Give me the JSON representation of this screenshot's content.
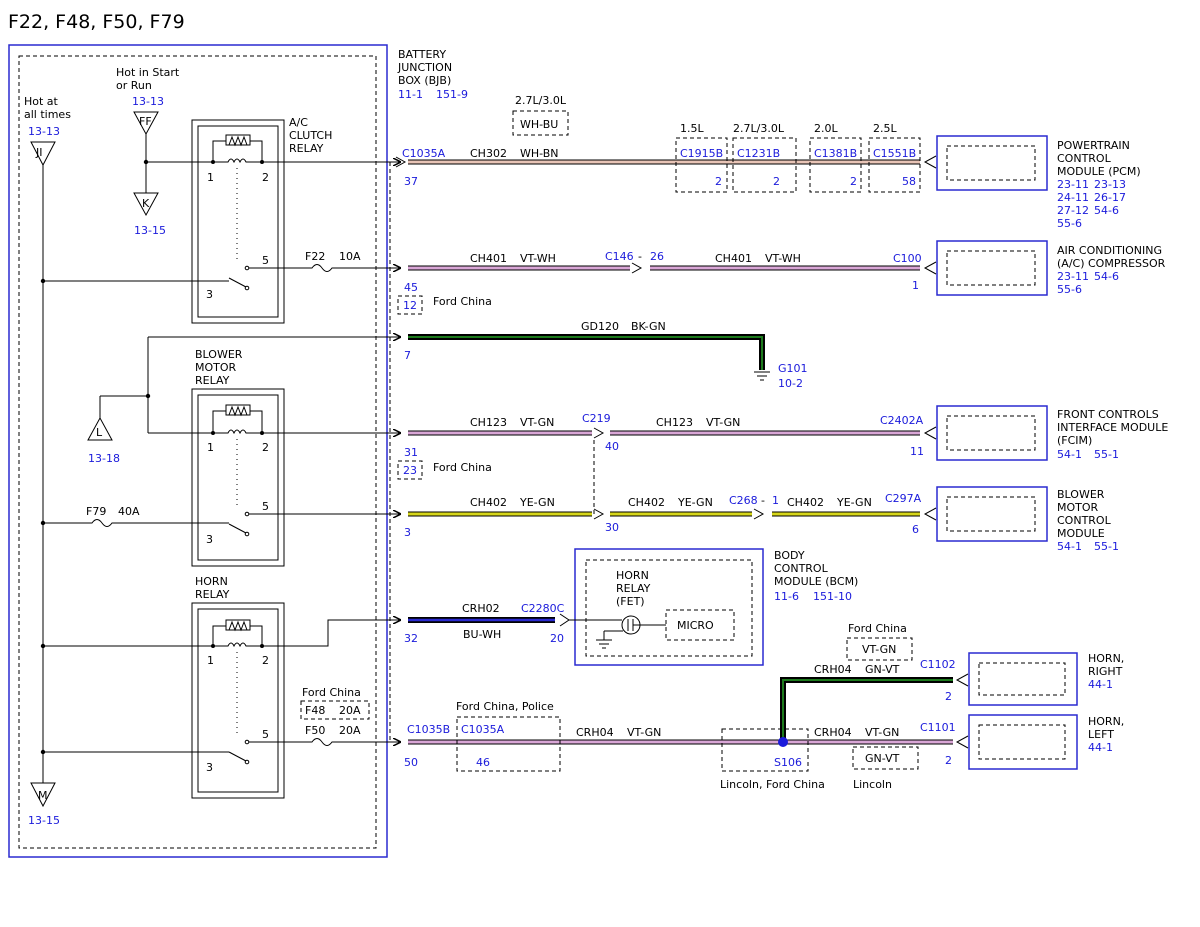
{
  "title": "F22, F48, F50, F79",
  "bjb": {
    "l1": "BATTERY",
    "l2": "JUNCTION",
    "l3": "BOX (BJB)",
    "ref1": "11-1",
    "ref2": "151-9"
  },
  "hot_start": {
    "l1": "Hot in Start",
    "l2": "or Run",
    "ref": "13-13",
    "tag": "FF"
  },
  "hot_all": {
    "l1": "Hot at",
    "l2": "all times",
    "ref": "13-13",
    "tag": "JI"
  },
  "k_ref": {
    "tag": "K",
    "ref": "13-15"
  },
  "l_ref": {
    "tag": "L",
    "ref": "13-18"
  },
  "m_ref": {
    "tag": "M",
    "ref": "13-15"
  },
  "relays": {
    "ac": {
      "l1": "A/C",
      "l2": "CLUTCH",
      "l3": "RELAY"
    },
    "blower": {
      "l1": "BLOWER",
      "l2": "MOTOR",
      "l3": "RELAY"
    },
    "horn": {
      "l1": "HORN",
      "l2": "RELAY"
    },
    "pin1": "1",
    "pin2": "2",
    "pin3": "3",
    "pin5": "5"
  },
  "fuses": {
    "f22": "F22",
    "f22a": "10A",
    "f79": "F79",
    "f79a": "40A",
    "f48": "F48",
    "f48a": "20A",
    "f50": "F50",
    "f50a": "20A",
    "fordchina": "Ford China"
  },
  "row1": {
    "conn": "C1035A",
    "pin": "37",
    "circuit": "CH302",
    "color": "WH-BN",
    "opt": "2.7L/3.0L",
    "opt_color": "WH-BU",
    "e1": "1.5L",
    "c1": "C1915B",
    "p1": "2",
    "e2": "2.7L/3.0L",
    "c2": "C1231B",
    "p2": "2",
    "e3": "2.0L",
    "c3": "C1381B",
    "p3": "2",
    "e4": "2.5L",
    "c4": "C1551B",
    "p4": "58"
  },
  "pcm": {
    "l1": "POWERTRAIN",
    "l2": "CONTROL",
    "l3": "MODULE (PCM)",
    "r1a": "23-11",
    "r1b": "23-13",
    "r2a": "24-11",
    "r2b": "26-17",
    "r3a": "27-12",
    "r3b": "54-6",
    "r4": "55-6"
  },
  "row2": {
    "pin": "45",
    "alt_pin": "12",
    "alt_note": "Ford China",
    "circuit": "CH401",
    "color": "VT-WH",
    "inline": "C146",
    "inline_pin": "26",
    "circuit2": "CH401",
    "color2": "VT-WH",
    "conn": "C100",
    "pin_end": "1"
  },
  "acc": {
    "l1": "AIR CONDITIONING",
    "l2": "(A/C) COMPRESSOR",
    "r1a": "23-11",
    "r1b": "54-6",
    "r2": "55-6"
  },
  "row3": {
    "pin": "7",
    "circuit": "GD120",
    "color": "BK-GN",
    "ground": "G101",
    "ground_ref": "10-2"
  },
  "row4": {
    "pin": "31",
    "alt_pin": "23",
    "alt_note": "Ford China",
    "circuit": "CH123",
    "color": "VT-GN",
    "inline": "C219",
    "inline_pin": "40",
    "circuit2": "CH123",
    "color2": "VT-GN",
    "conn": "C2402A",
    "pin_end": "11"
  },
  "fcim": {
    "l1": "FRONT CONTROLS",
    "l2": "INTERFACE MODULE",
    "l3": "(FCIM)",
    "r1a": "54-1",
    "r1b": "55-1"
  },
  "row5": {
    "pin": "3",
    "circuit": "CH402",
    "color": "YE-GN",
    "pin30": "30",
    "circuit2": "CH402",
    "color2": "YE-GN",
    "inline": "C268",
    "inline_pin": "1",
    "circuit3": "CH402",
    "color3": "YE-GN",
    "conn": "C297A",
    "pin_end": "6"
  },
  "bmcm": {
    "l1": "BLOWER",
    "l2": "MOTOR",
    "l3": "CONTROL",
    "l4": "MODULE",
    "r1a": "54-1",
    "r1b": "55-1"
  },
  "row6": {
    "pin": "32",
    "circuit": "CRH02",
    "color": "BU-WH",
    "conn": "C2280C",
    "pin_end": "20"
  },
  "bcm": {
    "l1": "BODY",
    "l2": "CONTROL",
    "l3": "MODULE (BCM)",
    "r1a": "11-6",
    "r1b": "151-10",
    "relay1": "HORN",
    "relay2": "RELAY",
    "relay3": "(FET)",
    "micro": "MICRO"
  },
  "row7": {
    "note": "Ford China",
    "color": "VT-GN",
    "circuit": "CRH04",
    "color2": "GN-VT",
    "conn": "C1102",
    "pin_end": "2"
  },
  "horn_right": {
    "l1": "HORN,",
    "l2": "RIGHT",
    "ref": "44-1"
  },
  "row8": {
    "conn": "C1035B",
    "pin": "50",
    "note": "Ford China, Police",
    "conn2": "C1035A",
    "pin2": "46",
    "circuit": "CRH04",
    "color": "VT-GN",
    "splice": "S106",
    "splice_note": "Lincoln, Ford China",
    "circuit2": "CRH04",
    "color2": "VT-GN",
    "alt_color": "GN-VT",
    "alt_note": "Lincoln",
    "conn_end": "C1101",
    "pin_end": "2"
  },
  "horn_left": {
    "l1": "HORN,",
    "l2": "LEFT",
    "ref": "44-1"
  },
  "colors": {
    "wire_pink": "#d9a6d6",
    "wire_vt": "#b46fb8",
    "wire_green": "#1c7a1c",
    "wire_yellow": "#d6d61a",
    "wire_blue": "#2a2ad0",
    "label_blue": "#1a1adb"
  }
}
